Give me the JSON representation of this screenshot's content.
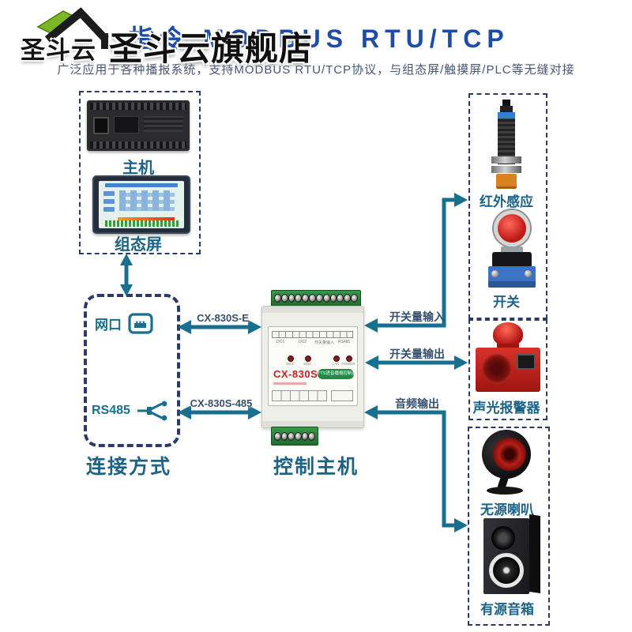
{
  "colors": {
    "title_blue": "#1e4da5",
    "subtitle_gray": "#475672",
    "line_teal": "#19708e",
    "label_teal": "#1d6387",
    "dash_navy": "#2b3a66",
    "model_red": "#c5231f",
    "badge_green": "#1e8a46"
  },
  "watermark": {
    "brand": "圣斗云",
    "store": "圣斗云旗舰店"
  },
  "header": {
    "title": "指令 MODBUS RTU/TCP",
    "subtitle": "广泛应用于各种播报系统，支持MODBUS RTU/TCP协议，与组态屏/触摸屏/PLC等无缝对接"
  },
  "upstream": {
    "plc_label": "主机",
    "hmi_label": "组态屏"
  },
  "connection": {
    "caption": "连接方式",
    "ethernet": "网口",
    "rs485": "RS485"
  },
  "controller": {
    "caption": "控制主机",
    "model": "CX-830S",
    "badge": "TTS语音播报控制器",
    "bracket_labels": [
      "DO1",
      "DO2"
    ],
    "panel_notes": [
      "开关量输入",
      "RS485"
    ],
    "led_labels": [
      "DO1",
      "DO2",
      "LAN",
      "POWER"
    ]
  },
  "links": {
    "ethernet_model": "CX-830S-E",
    "rs485_model": "CX-830S-485",
    "di": "开关量输入",
    "do": "开关量输出",
    "audio": "音频输出"
  },
  "peripherals": {
    "sensor": "红外感应",
    "switch": "开关",
    "alarm": "声光报警器",
    "horn": "无源喇叭",
    "speaker": "有源音箱"
  }
}
